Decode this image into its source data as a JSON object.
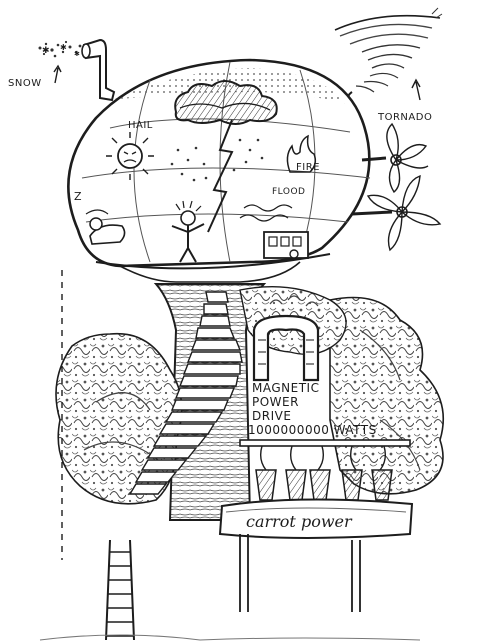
{
  "labels": {
    "snow": "SNOW",
    "hail": "HAIL",
    "tornado": "TORNADO",
    "fire": "FIRE",
    "flood": "FLOOD",
    "drive_line1": "MAGNETIC",
    "drive_line2": "POWER",
    "drive_line3": "DRIVE",
    "watts": "1000000000 WATTS",
    "carrot": "carrot power",
    "sleeper": "Z"
  },
  "colors": {
    "ink": "#1d1d1d",
    "paper": "#ffffff",
    "shade": "#8a8a8a",
    "foliage": "#6e6e6e"
  }
}
